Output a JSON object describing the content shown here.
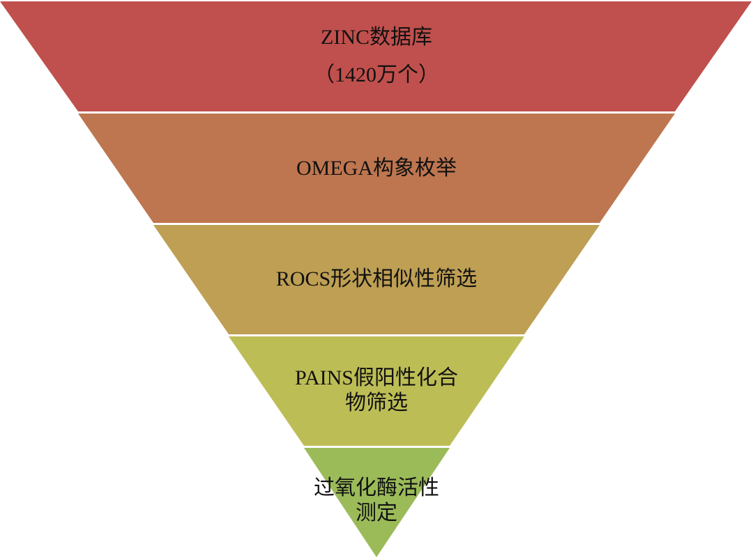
{
  "funnel": {
    "layers": [
      {
        "lines": [
          "ZINC数据库",
          "（1420万个）"
        ],
        "color": "#C0504D"
      },
      {
        "lines": [
          "OMEGA构象枚举"
        ],
        "color": "#BE7650"
      },
      {
        "lines": [
          "ROCS形状相似性筛选"
        ],
        "color": "#BE9F53"
      },
      {
        "lines": [
          "PAINS假阳性化合",
          "物筛选"
        ],
        "color": "#BDBD56"
      },
      {
        "lines": [
          "过氧化酶活性",
          "测定"
        ],
        "color": "#9BBB59"
      }
    ]
  }
}
